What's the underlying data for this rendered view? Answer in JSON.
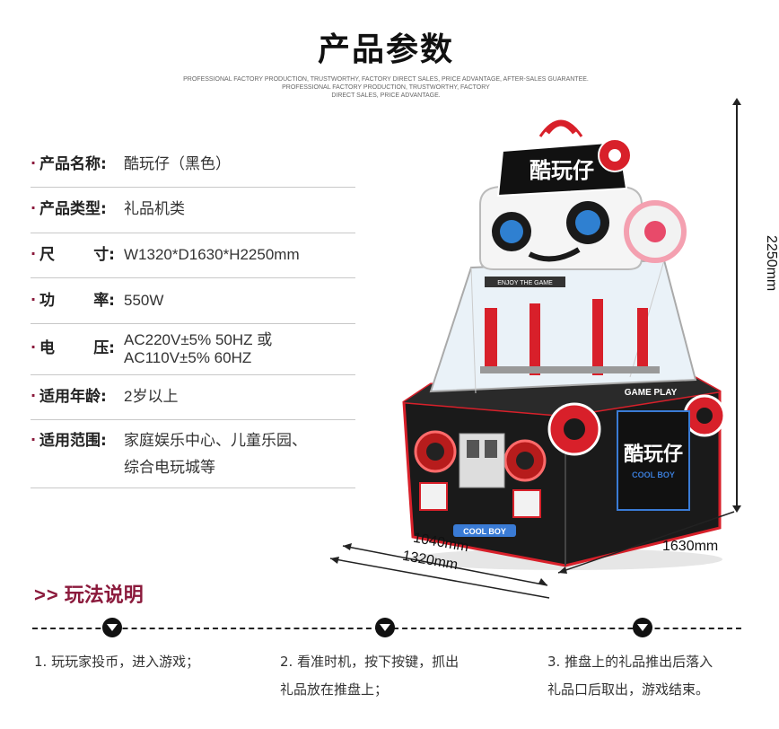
{
  "header": {
    "title": "产品参数",
    "subtitle_line1": "PROFESSIONAL FACTORY PRODUCTION, TRUSTWORTHY, FACTORY DIRECT SALES, PRICE ADVANTAGE, AFTER-SALES GUARANTEE.",
    "subtitle_line2": "PROFESSIONAL FACTORY PRODUCTION, TRUSTWORTHY, FACTORY",
    "subtitle_line3": "DIRECT SALES, PRICE ADVANTAGE."
  },
  "specs": [
    {
      "label": "产品名称:",
      "value": "酷玩仔（黑色）"
    },
    {
      "label": "产品类型:",
      "value": "礼品机类"
    },
    {
      "label_a": "尺",
      "label_b": "寸:",
      "value": "W1320*D1630*H2250mm"
    },
    {
      "label_a": "功",
      "label_b": "率:",
      "value": "550W"
    },
    {
      "label_a": "电",
      "label_b": "压:",
      "value_line1": "AC220V±5% 50HZ 或",
      "value_line2": "AC110V±5% 60HZ"
    },
    {
      "label": "适用年龄:",
      "value": "2岁以上"
    },
    {
      "label": "适用范围:",
      "value_line1": "家庭娱乐中心、儿童乐园、",
      "value_line2": "综合电玩城等"
    }
  ],
  "machine": {
    "logo": "酷玩仔",
    "logo_sub": "COOL BOY",
    "banner": "ENJOY THE GAME",
    "game_play": "GAME PLAY",
    "coolboy": "COOL BOY"
  },
  "dimensions": {
    "height": "2250mm",
    "depth": "1630mm",
    "width_inner": "1040mm",
    "width_outer": "1320mm"
  },
  "gameplay": {
    "arrow": ">>",
    "title": "玩法说明",
    "steps": [
      {
        "line1": "1. 玩玩家投币，进入游戏；",
        "line2": ""
      },
      {
        "line1": "2. 看准时机，按下按键，抓出",
        "line2": "礼品放在推盘上；"
      },
      {
        "line1": "3. 推盘上的礼品推出后落入",
        "line2": "礼品口后取出，游戏结束。"
      }
    ]
  },
  "colors": {
    "accent": "#8b1a3c",
    "machine_red": "#d8202a",
    "machine_black": "#1a1a1a"
  }
}
